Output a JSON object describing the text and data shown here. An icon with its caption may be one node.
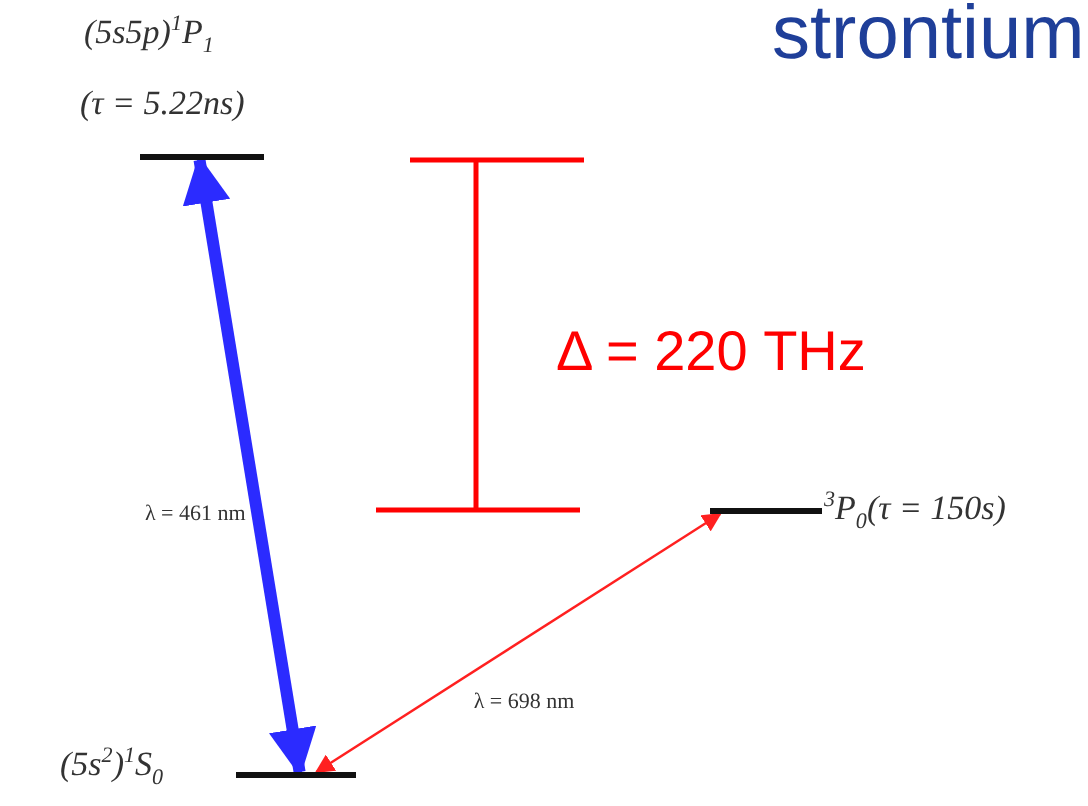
{
  "diagram": {
    "title": "strontium",
    "nodes": [
      {
        "text": [],
        "shape": "bar",
        "beside": [
          "(5s5p)$^{1}$P$_{1}$",
          "(τ = 5.22ns)"
        ]
      },
      {
        "text": [],
        "shape": "bar",
        "beside": [
          "(5s$^{2}$)$^{1}$S$_{0}$"
        ]
      },
      {
        "text": [],
        "shape": "bar",
        "beside": [
          "$^{3}$P$_{0}$(τ = 150s)"
        ]
      }
    ],
    "edges": [
      {
        "from": 1,
        "to": 0,
        "arrow": "both",
        "label": "λ = 461 nm",
        "style": "thick",
        "color": "#2b2bff"
      },
      {
        "from": 1,
        "to": 2,
        "arrow": "both",
        "label": "λ = 698 nm",
        "color": "#ff2020"
      }
    ],
    "labels": [
      "Δ = 220 THz"
    ]
  }
}
